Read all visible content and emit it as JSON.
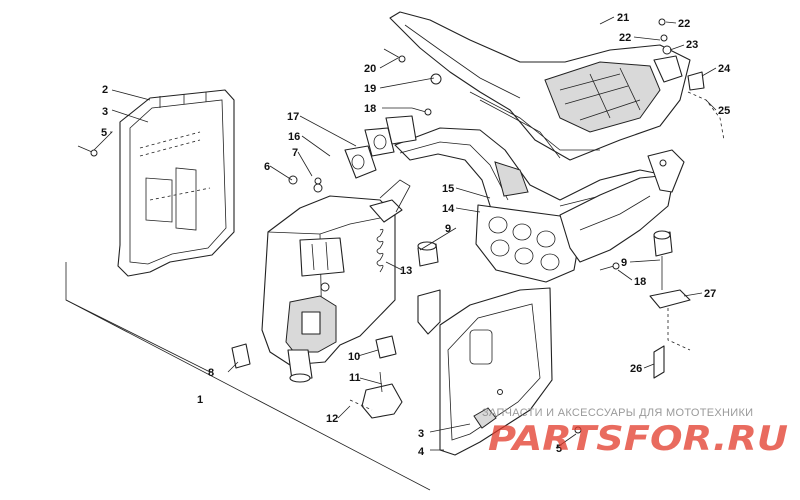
{
  "callouts": [
    {
      "id": "c1",
      "label": "1"
    },
    {
      "id": "c2",
      "label": "2"
    },
    {
      "id": "c3a",
      "label": "3"
    },
    {
      "id": "c3b",
      "label": "3"
    },
    {
      "id": "c4",
      "label": "4"
    },
    {
      "id": "c5a",
      "label": "5"
    },
    {
      "id": "c5b",
      "label": "5"
    },
    {
      "id": "c6",
      "label": "6"
    },
    {
      "id": "c7",
      "label": "7"
    },
    {
      "id": "c8",
      "label": "8"
    },
    {
      "id": "c9a",
      "label": "9"
    },
    {
      "id": "c9b",
      "label": "9"
    },
    {
      "id": "c10",
      "label": "10"
    },
    {
      "id": "c11",
      "label": "11"
    },
    {
      "id": "c12",
      "label": "12"
    },
    {
      "id": "c13",
      "label": "13"
    },
    {
      "id": "c14",
      "label": "14"
    },
    {
      "id": "c15",
      "label": "15"
    },
    {
      "id": "c16",
      "label": "16"
    },
    {
      "id": "c17",
      "label": "17"
    },
    {
      "id": "c18a",
      "label": "18"
    },
    {
      "id": "c18b",
      "label": "18"
    },
    {
      "id": "c19",
      "label": "19"
    },
    {
      "id": "c20",
      "label": "20"
    },
    {
      "id": "c21",
      "label": "21"
    },
    {
      "id": "c22a",
      "label": "22"
    },
    {
      "id": "c22b",
      "label": "22"
    },
    {
      "id": "c23",
      "label": "23"
    },
    {
      "id": "c24",
      "label": "24"
    },
    {
      "id": "c25",
      "label": "25"
    },
    {
      "id": "c26",
      "label": "26"
    },
    {
      "id": "c27",
      "label": "27"
    }
  ],
  "watermark": {
    "tagline": "ЗАПЧАСТИ И АКСЕССУАРЫ ДЛЯ МОТОТЕХНИКИ",
    "logo": "PARTSFOR.RU"
  }
}
